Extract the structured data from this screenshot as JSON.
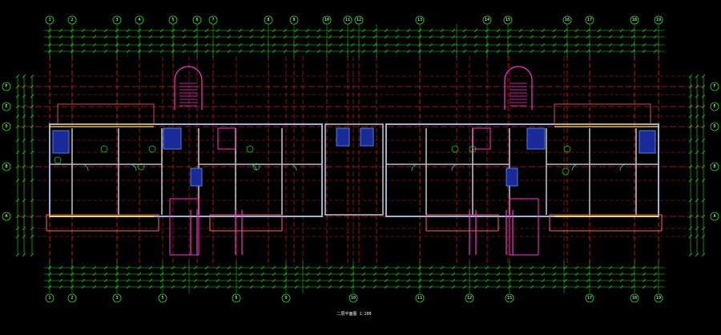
{
  "drawing": {
    "background": "#000000",
    "colors": {
      "axis_line": "#cc2222",
      "dimension": "#22dd22",
      "wall": "#b8bcc8",
      "wall_outline": "#6699ff",
      "stair": "#ff33cc",
      "balcony": "#ff6666",
      "room_fill_blue": "#1a2a99",
      "yellow": "#ffee33",
      "cyan": "#33dddd",
      "white": "#ffffff"
    },
    "caption": "二层平面图 1:100"
  },
  "axes": {
    "top_labels": [
      "1",
      "2",
      "3",
      "4",
      "5",
      "6",
      "7",
      "8",
      "9",
      "10",
      "11",
      "12",
      "13",
      "14",
      "15",
      "16",
      "17",
      "18",
      "19"
    ],
    "bottom_labels": [
      "1",
      "2",
      "3",
      "5",
      "6",
      "9",
      "10",
      "11",
      "12",
      "15",
      "17",
      "18",
      "19"
    ],
    "left_labels": [
      "F",
      "E",
      "D",
      "B",
      "A"
    ],
    "right_labels": [
      "F",
      "E",
      "D",
      "B",
      "A"
    ]
  }
}
